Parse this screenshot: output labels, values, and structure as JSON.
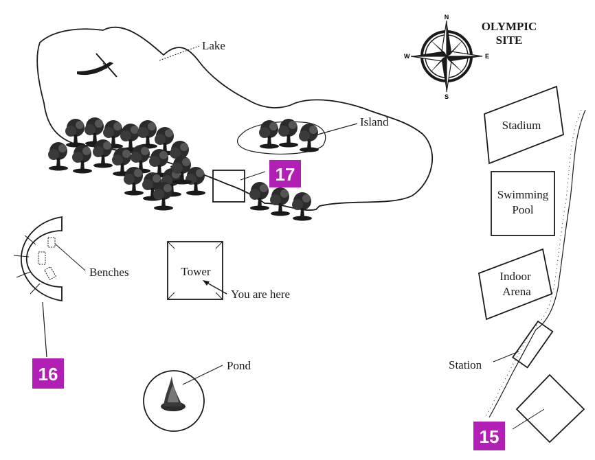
{
  "title": {
    "line1": "OLYMPIC",
    "line2": "SITE"
  },
  "compass": {
    "n": "N",
    "s": "S",
    "e": "E",
    "w": "W"
  },
  "labels": {
    "lake": "Lake",
    "island": "Island",
    "stadium": "Stadium",
    "swimming_pool_line1": "Swimming",
    "swimming_pool_line2": "Pool",
    "indoor_arena_line1": "Indoor",
    "indoor_arena_line2": "Arena",
    "station": "Station",
    "tower": "Tower",
    "you_are_here": "You are here",
    "benches": "Benches",
    "pond": "Pond"
  },
  "question_markers": [
    "17",
    "16",
    "15"
  ],
  "colors": {
    "marker": "#b21fb5",
    "ink": "#1a1a1a",
    "tree": "#2b2b2b"
  }
}
